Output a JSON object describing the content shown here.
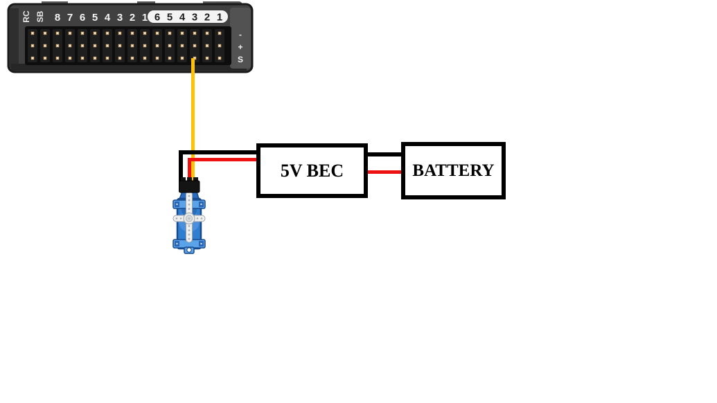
{
  "colors": {
    "signal_wire": "#ffc107",
    "power_wire": "#ee1111",
    "ground_wire": "#000000",
    "box_border": "#000000",
    "servo_blue": "#2f7ed0",
    "pin_gold": "#d8b07c",
    "fc_body": "#404040"
  },
  "flight_controller": {
    "rc_label": "RC",
    "sb_label": "SB",
    "main_channels": [
      "8",
      "7",
      "6",
      "5",
      "4",
      "3",
      "2",
      "1"
    ],
    "aux_channels": [
      "6",
      "5",
      "4",
      "3",
      "2",
      "1"
    ],
    "rail_labels": [
      "-",
      "+",
      "S"
    ]
  },
  "bec": {
    "label": "5V BEC"
  },
  "battery": {
    "label": "BATTERY"
  }
}
